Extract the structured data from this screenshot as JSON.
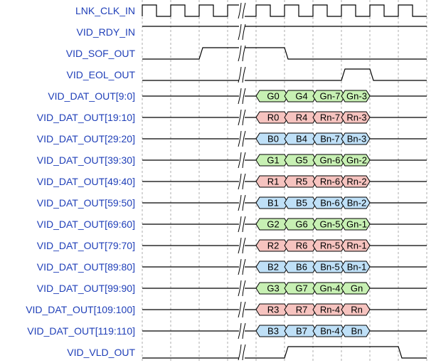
{
  "title": "",
  "signals": [
    {
      "name": "LNK_CLK_IN",
      "type": "clock"
    },
    {
      "name": "VID_RDY_IN",
      "type": "level",
      "levels": [
        "1",
        "1",
        "1",
        "1",
        "1",
        "1",
        "1",
        "1",
        "1",
        "1"
      ]
    },
    {
      "name": "VID_SOF_OUT",
      "type": "level",
      "levels": [
        "0",
        "0",
        "1",
        "1",
        "1",
        "0",
        "0",
        "0",
        "0",
        "0"
      ]
    },
    {
      "name": "VID_EOL_OUT",
      "type": "level",
      "levels": [
        "0",
        "0",
        "0",
        "0",
        "0",
        "0",
        "0",
        "1",
        "0",
        "0"
      ]
    },
    {
      "name": "VID_DAT_OUT[9:0]",
      "type": "bus",
      "color": "#c7f0b3",
      "values": [
        "G0",
        "G4",
        "Gn-7",
        "Gn-3"
      ]
    },
    {
      "name": "VID_DAT_OUT[19:10]",
      "type": "bus",
      "color": "#f6c3bf",
      "values": [
        "R0",
        "R4",
        "Rn-7",
        "Rn-3"
      ]
    },
    {
      "name": "VID_DAT_OUT[29:20]",
      "type": "bus",
      "color": "#bfe0f7",
      "values": [
        "B0",
        "B4",
        "Bn-7",
        "Bn-3"
      ]
    },
    {
      "name": "VID_DAT_OUT[39:30]",
      "type": "bus",
      "color": "#c7f0b3",
      "values": [
        "G1",
        "G5",
        "Gn-6",
        "Gn-2"
      ]
    },
    {
      "name": "VID_DAT_OUT[49:40]",
      "type": "bus",
      "color": "#f6c3bf",
      "values": [
        "R1",
        "R5",
        "Rn-6",
        "Rn-2"
      ]
    },
    {
      "name": "VID_DAT_OUT[59:50]",
      "type": "bus",
      "color": "#bfe0f7",
      "values": [
        "B1",
        "B5",
        "Bn-6",
        "Bn-2"
      ]
    },
    {
      "name": "VID_DAT_OUT[69:60]",
      "type": "bus",
      "color": "#c7f0b3",
      "values": [
        "G2",
        "G6",
        "Gn-5",
        "Gn-1"
      ]
    },
    {
      "name": "VID_DAT_OUT[79:70]",
      "type": "bus",
      "color": "#f6c3bf",
      "values": [
        "R2",
        "R6",
        "Rn-5",
        "Rn-1"
      ]
    },
    {
      "name": "VID_DAT_OUT[89:80]",
      "type": "bus",
      "color": "#bfe0f7",
      "values": [
        "B2",
        "B6",
        "Bn-5",
        "Bn-1"
      ]
    },
    {
      "name": "VID_DAT_OUT[99:90]",
      "type": "bus",
      "color": "#c7f0b3",
      "values": [
        "G3",
        "G7",
        "Gn-4",
        "Gn"
      ]
    },
    {
      "name": "VID_DAT_OUT[109:100]",
      "type": "bus",
      "color": "#f6c3bf",
      "values": [
        "R3",
        "R7",
        "Rn-4",
        "Rn"
      ]
    },
    {
      "name": "VID_DAT_OUT[119:110]",
      "type": "bus",
      "color": "#bfe0f7",
      "values": [
        "B3",
        "B7",
        "Bn-4",
        "Bn"
      ]
    },
    {
      "name": "VID_VLD_OUT",
      "type": "level",
      "levels": [
        "0",
        "0",
        "0",
        "0",
        "0",
        "1",
        "1",
        "1",
        "1",
        "0"
      ]
    }
  ],
  "colors": {
    "label": "#1f3fb8",
    "wire": "#000000",
    "grid": "#9a9a9a",
    "green": "#c7f0b3",
    "red": "#f6c3bf",
    "blue": "#bfe0f7"
  }
}
